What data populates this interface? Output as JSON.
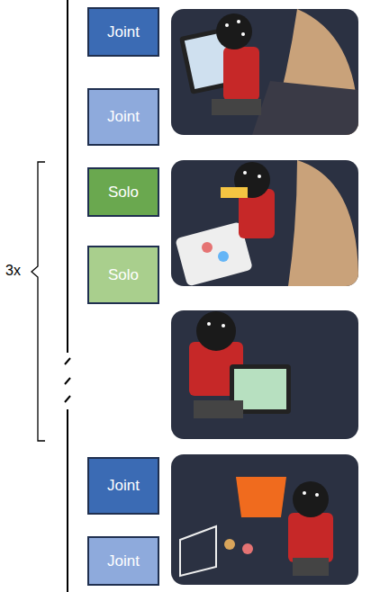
{
  "diagram": {
    "nodes": [
      {
        "text": [
          "Joint"
        ]
      },
      {
        "text": [
          "Joint"
        ]
      },
      {
        "text": [
          "Solo"
        ]
      },
      {
        "text": [
          "Solo"
        ]
      },
      {
        "text": [
          "Joint"
        ]
      },
      {
        "text": [
          "Joint"
        ]
      }
    ],
    "labels": [
      "3x"
    ]
  }
}
